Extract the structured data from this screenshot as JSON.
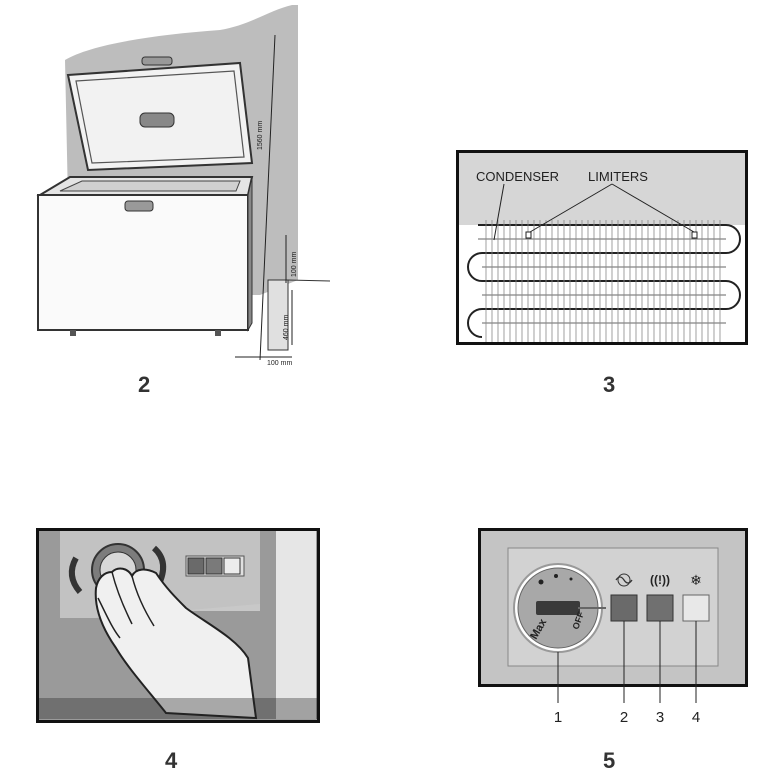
{
  "figures": [
    {
      "number": "2",
      "dimensions": {
        "height": "1560 mm",
        "top_gap": "100 mm",
        "side_gap": "460 mm",
        "back_gap": "100 mm"
      }
    },
    {
      "number": "3",
      "labels": {
        "condenser": "CONDENSER",
        "limiters": "LIMITERS"
      }
    },
    {
      "number": "4"
    },
    {
      "number": "5",
      "knob_labels": {
        "max": "Max",
        "off": "OFF"
      },
      "callouts": [
        "1",
        "2",
        "3",
        "4"
      ]
    }
  ],
  "colors": {
    "panel_gray": "#b8b8b8",
    "panel_inner": "#cfcfcf",
    "indicator_dark": "#6a6a6a",
    "indicator_light": "#e8e8e8"
  },
  "icons": [
    "power-wave-icon",
    "alarm-icon",
    "snowflake-icon"
  ]
}
